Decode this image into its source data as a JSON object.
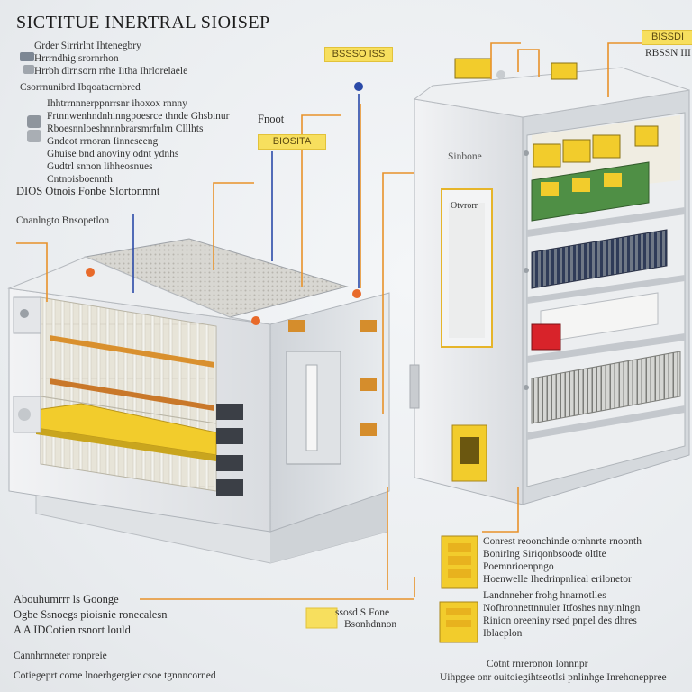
{
  "title": "SICTITUE INERTRAL SIOISEP",
  "left_list": [
    {
      "text": "Grder Sirrirlnt Ihtenegbry",
      "icon": "bullet-rack-icon"
    },
    {
      "text": "Hrrrndhig srornrhon",
      "icon": "bullet-battery-icon"
    },
    {
      "text": "Hrrbh dlrr.sorn rrhe Iitha Ihrlorelaele",
      "icon": "bullet-connector-icon"
    },
    {
      "text": "Csorrnunibrd Ibqoatacrnbred",
      "icon": "bullet-dot-icon"
    }
  ],
  "left_list2": [
    {
      "text": "Ihhtrrnnnerppnrrsnr ihoxox rnnny",
      "icon": "bullet-dot-icon"
    },
    {
      "text": "Frtnnwenhndnhinngpoesrce thnde Ghsbinur",
      "icon": "bullet-gear-icon"
    },
    {
      "text": "Rboesnnloeshnnnbrarsmrfnlrn Clllhts",
      "icon": "bullet-module-icon"
    },
    {
      "text": "Gndeot rrnoran Iinneseeng",
      "icon": "bullet-dot-icon"
    },
    {
      "text": "Ghuise bnd anoviny odnt ydnhs",
      "icon": "bullet-gear-icon"
    },
    {
      "text": "Gudtrl snnon lihheosnues",
      "icon": "bullet-dot-icon"
    },
    {
      "text": "Cntnoisboennth",
      "icon": "bullet-dot-icon"
    }
  ],
  "labels": {
    "dos": "DIOS   Otnois Fonbe Slortonmnt",
    "cavity": "Cnanlngto Bnsopetlon",
    "fnoot": "Fnoot",
    "tag_top": "BSSSO ISS",
    "tag_mid": "BIOSITA",
    "tag_right": "BISSDI",
    "right_top_sub": "RBSSN III",
    "cabinet_side": "Sinbone",
    "panel": "Otvrorr",
    "bottom_left_1": "Abouhumrrr ls Goonge",
    "bottom_left_2": "Ogbe Ssnoegs pioisnie ronecalesn",
    "bottom_left_3": "A A IDCotien rsnort lould",
    "bottom_left_4": "Cannhrnneter ronpreie",
    "bottom_left_5": "Cotiegeprt come lnoerhgergier csoe tgnnncorned",
    "mid_tag_label": "ssosd S Fone",
    "mid_tag_label2": "Bsonhdnnon"
  },
  "right_notes": [
    "Conrest reoonchinde ornhnrte rnoonth",
    "Bonirlng Siriqonbsoode oltlte",
    "Poemnrioenpngo",
    "Hoenwelle Ihedrinpnlieal erilonetor",
    "Landnneher frohg hnarnotlles",
    "Nofhronnettnnuler Itfoshes nnyinlngn",
    "Rinion oreeniny rsed pnpel des dhres",
    "Iblaeplon"
  ],
  "bottom_notes": {
    "r1": "Cotnt rnreronon lonnnpr",
    "r2": "Uihpgee onr ouitoiegihtseotlsi pnlinhge Inrehoneppree"
  },
  "colors": {
    "leader": "#e8922a",
    "leader_blue": "#2b4aa8",
    "tag_yellow": "#f7df5e",
    "cabinet": "#e9ebee",
    "module_yellow": "#f2cc2c"
  }
}
